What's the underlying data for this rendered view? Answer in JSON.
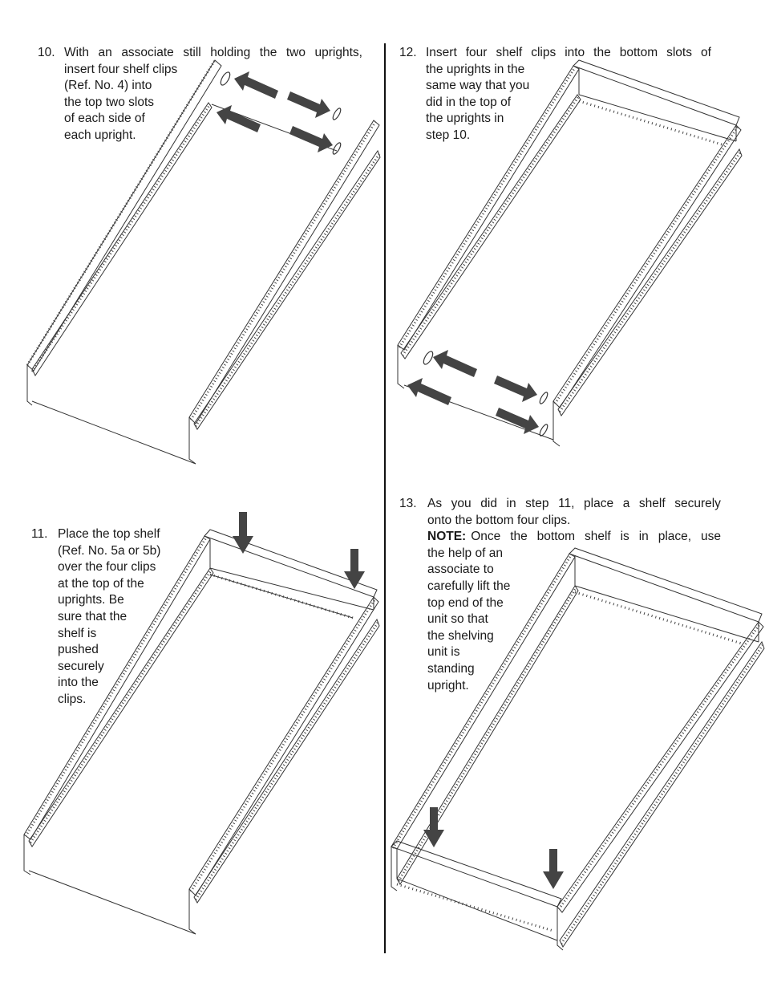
{
  "colors": {
    "ink": "#1a1a1a",
    "arrow": "#444444",
    "frame": "#333333"
  },
  "steps": {
    "s10": {
      "number": "10.",
      "lines": [
        "With an associate still holding the two uprights,",
        "insert four shelf clips",
        "(Ref. No. 4) into",
        "the top two slots",
        "of each side of",
        "each upright."
      ]
    },
    "s11": {
      "number": "11.",
      "lines": [
        "Place the top shelf",
        "(Ref. No. 5a or 5b)",
        "over the four clips",
        "at the top of the",
        "uprights. Be",
        "sure that the",
        "shelf is",
        "pushed",
        "securely",
        "into the",
        "clips."
      ]
    },
    "s12": {
      "number": "12.",
      "lines": [
        "Insert four shelf clips into the bottom slots of",
        "the uprights in the",
        "same way that you",
        "did in the top of",
        "the uprights in",
        "step 10."
      ]
    },
    "s13": {
      "number": "13.",
      "lines": [
        "As you did in step 11, place a shelf securely",
        "onto the bottom four clips."
      ],
      "note_label": "NOTE:",
      "note_first": "Once the bottom shelf is in place, use",
      "note_lines": [
        "the help of an",
        "associate to",
        "carefully lift the",
        "top end of the",
        "unit so that",
        "the shelving",
        "unit is",
        "standing",
        "upright."
      ]
    }
  }
}
